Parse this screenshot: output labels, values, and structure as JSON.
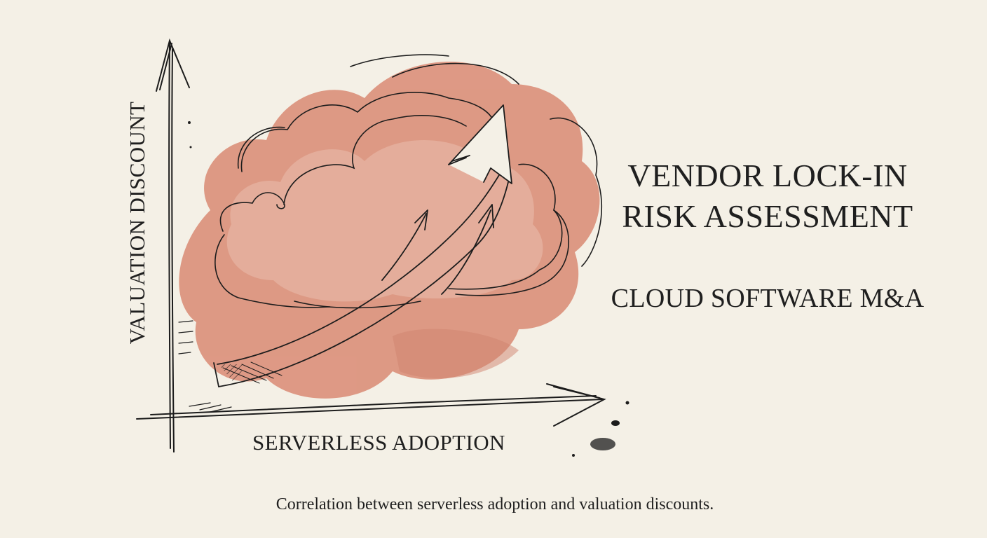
{
  "header": {
    "title_line1": "VENDOR LOCK-IN",
    "title_line2": "RISK ASSESSMENT",
    "subtitle": "CLOUD SOFTWARE M&A"
  },
  "diagram": {
    "x_axis_label": "SERVERLESS ADOPTION",
    "y_axis_label": "VALUATION DISCOUNT",
    "caption": "Correlation between serverless adoption and valuation discounts.",
    "icons": [
      "cloud-icon",
      "trend-arrow-icon"
    ],
    "colors": {
      "wash": "#d88670",
      "ink": "#1c1c1c",
      "paper": "#f4f0e6"
    }
  }
}
